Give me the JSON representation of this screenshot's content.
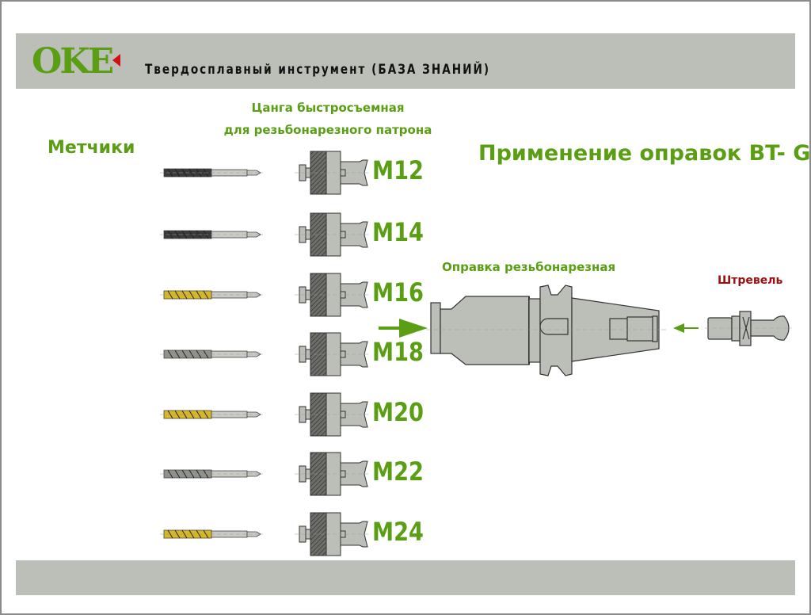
{
  "header": {
    "logo_text": "OKE",
    "title": "Твердосплавный инструмент    (БАЗА ЗНАНИЙ)"
  },
  "section_taps": "Метчики",
  "collet_heading": [
    "Цанга быстросъемная",
    "для резьбонарезного патрона"
  ],
  "section_holders": "Применение оправок BT- GT",
  "holder_label": "Оправка резьбонарезная",
  "pull_stud_label": "Штревель",
  "rows": [
    {
      "size": "M12",
      "tap_color": "#3a3a3a"
    },
    {
      "size": "M14",
      "tap_color": "#3a3a3a"
    },
    {
      "size": "M16",
      "tap_color": "#d8b820"
    },
    {
      "size": "M18",
      "tap_color": "#8f918b"
    },
    {
      "size": "M20",
      "tap_color": "#d8b820"
    },
    {
      "size": "M22",
      "tap_color": "#8f918b"
    },
    {
      "size": "M24",
      "tap_color": "#d8b820"
    }
  ],
  "colors": {
    "accent": "#5a9e14",
    "header_band": "#bcbfb7",
    "part_fill": "#bcbfb7",
    "pull_label": "#9a1010"
  }
}
